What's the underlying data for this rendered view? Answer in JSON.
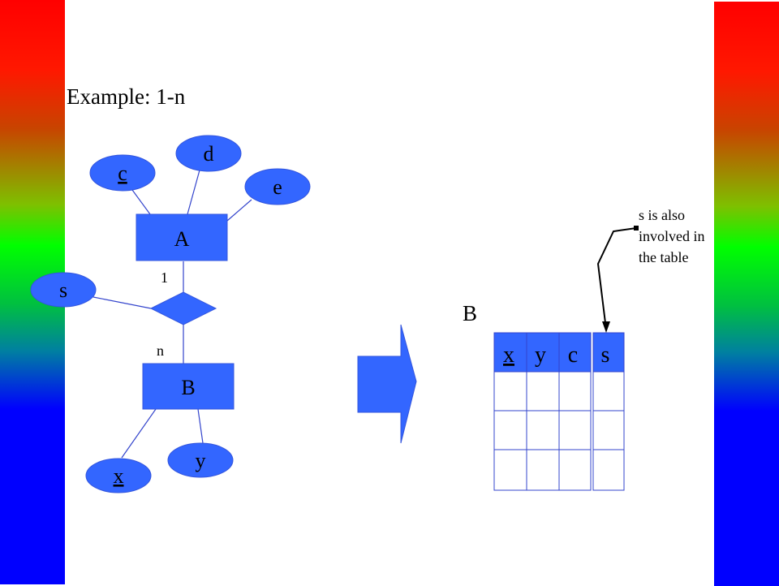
{
  "title": "Example: 1-n",
  "er": {
    "entity_a": "A",
    "entity_b": "B",
    "attr_c": "c",
    "attr_d": "d",
    "attr_e": "e",
    "attr_s": "s",
    "attr_x": "x",
    "attr_y": "y",
    "card_one": "1",
    "card_many": "n"
  },
  "table": {
    "name": "B",
    "columns": [
      "x",
      "y",
      "c",
      "s"
    ],
    "underlined": [
      "x"
    ],
    "empty_rows": 3
  },
  "note": "s is also involved in the table",
  "colors": {
    "shape_fill": "#3366ff",
    "shape_stroke": "#3355dd",
    "line": "#3344cc"
  }
}
